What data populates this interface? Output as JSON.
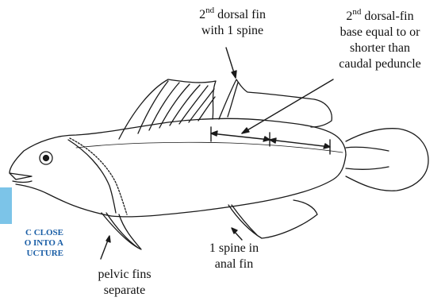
{
  "labels": {
    "second_dorsal_fin": {
      "line1_a": "2",
      "line1_sup": "nd",
      "line1_b": " dorsal fin",
      "line2": "with 1 spine"
    },
    "second_dorsal_base": {
      "line1_a": "2",
      "line1_sup": "nd",
      "line1_b": " dorsal-fin",
      "line2": "base equal to or",
      "line3": "shorter than",
      "line4": "caudal peduncle"
    },
    "anal_spine": {
      "line1": "1 spine in",
      "line2": "anal fin"
    },
    "pelvic": {
      "line1": "pelvic fins",
      "line2": "separate"
    }
  },
  "side_note": {
    "lines": [
      "C CLOSE",
      "O INTO A",
      "UCTURE"
    ],
    "box_color": "#7cc4e8",
    "text_color": "#1a5ea6"
  }
}
